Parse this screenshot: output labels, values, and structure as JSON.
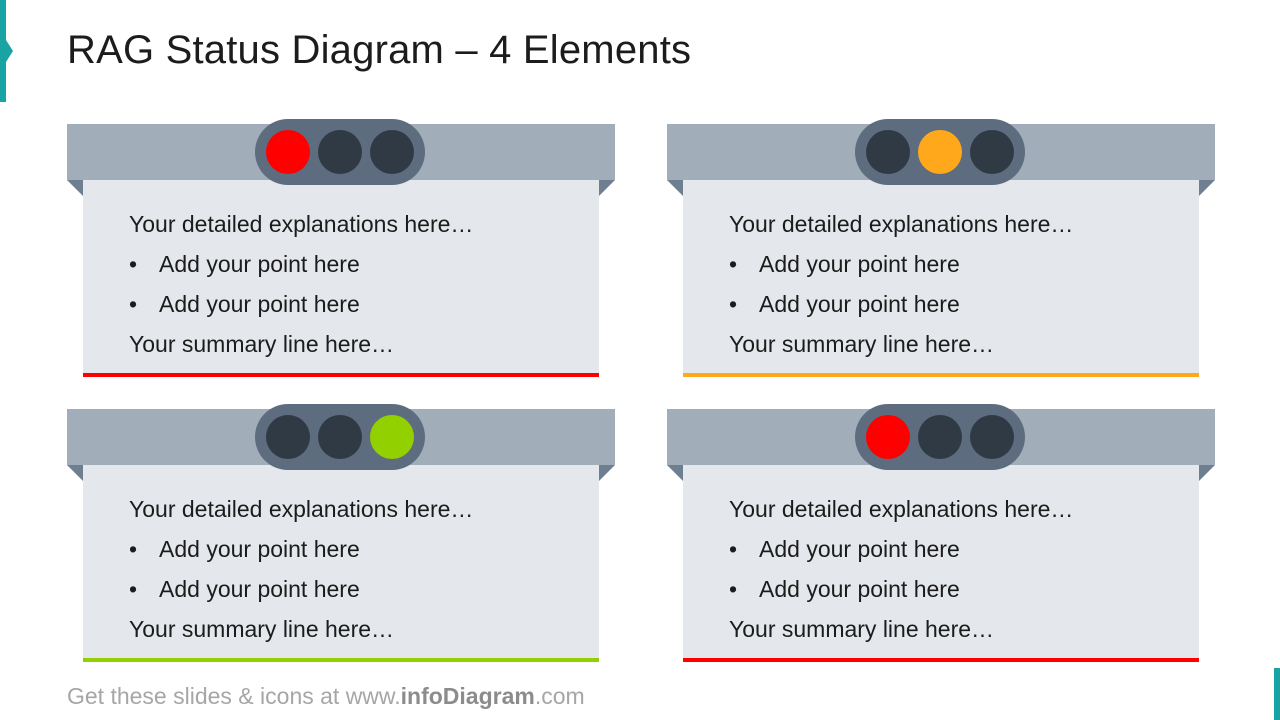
{
  "title": "RAG Status Diagram – 4 Elements",
  "colors": {
    "accent": "#1aa3a3",
    "red": "#ff0000",
    "amber": "#ffa81c",
    "green": "#92d000",
    "lamp_off": "#303a45"
  },
  "cards": [
    {
      "status": "red",
      "lit_lamp": 1,
      "heading": "Your detailed explanations here…",
      "points": [
        "Add your point here",
        "Add your point here"
      ],
      "summary": "Your summary line here…"
    },
    {
      "status": "amber",
      "lit_lamp": 2,
      "heading": "Your detailed explanations here…",
      "points": [
        "Add your point here",
        "Add your point here"
      ],
      "summary": "Your summary line here…"
    },
    {
      "status": "green",
      "lit_lamp": 3,
      "heading": "Your detailed explanations here…",
      "points": [
        "Add your point here",
        "Add your point here"
      ],
      "summary": "Your summary line here…"
    },
    {
      "status": "red",
      "lit_lamp": 1,
      "heading": "Your detailed explanations here…",
      "points": [
        "Add your point here",
        "Add your point here"
      ],
      "summary": "Your summary line here…"
    }
  ],
  "bullet_char": "•",
  "footer": {
    "prefix": "Get these slides & icons at www.",
    "brand": "infoDiagram",
    "suffix": ".com"
  }
}
